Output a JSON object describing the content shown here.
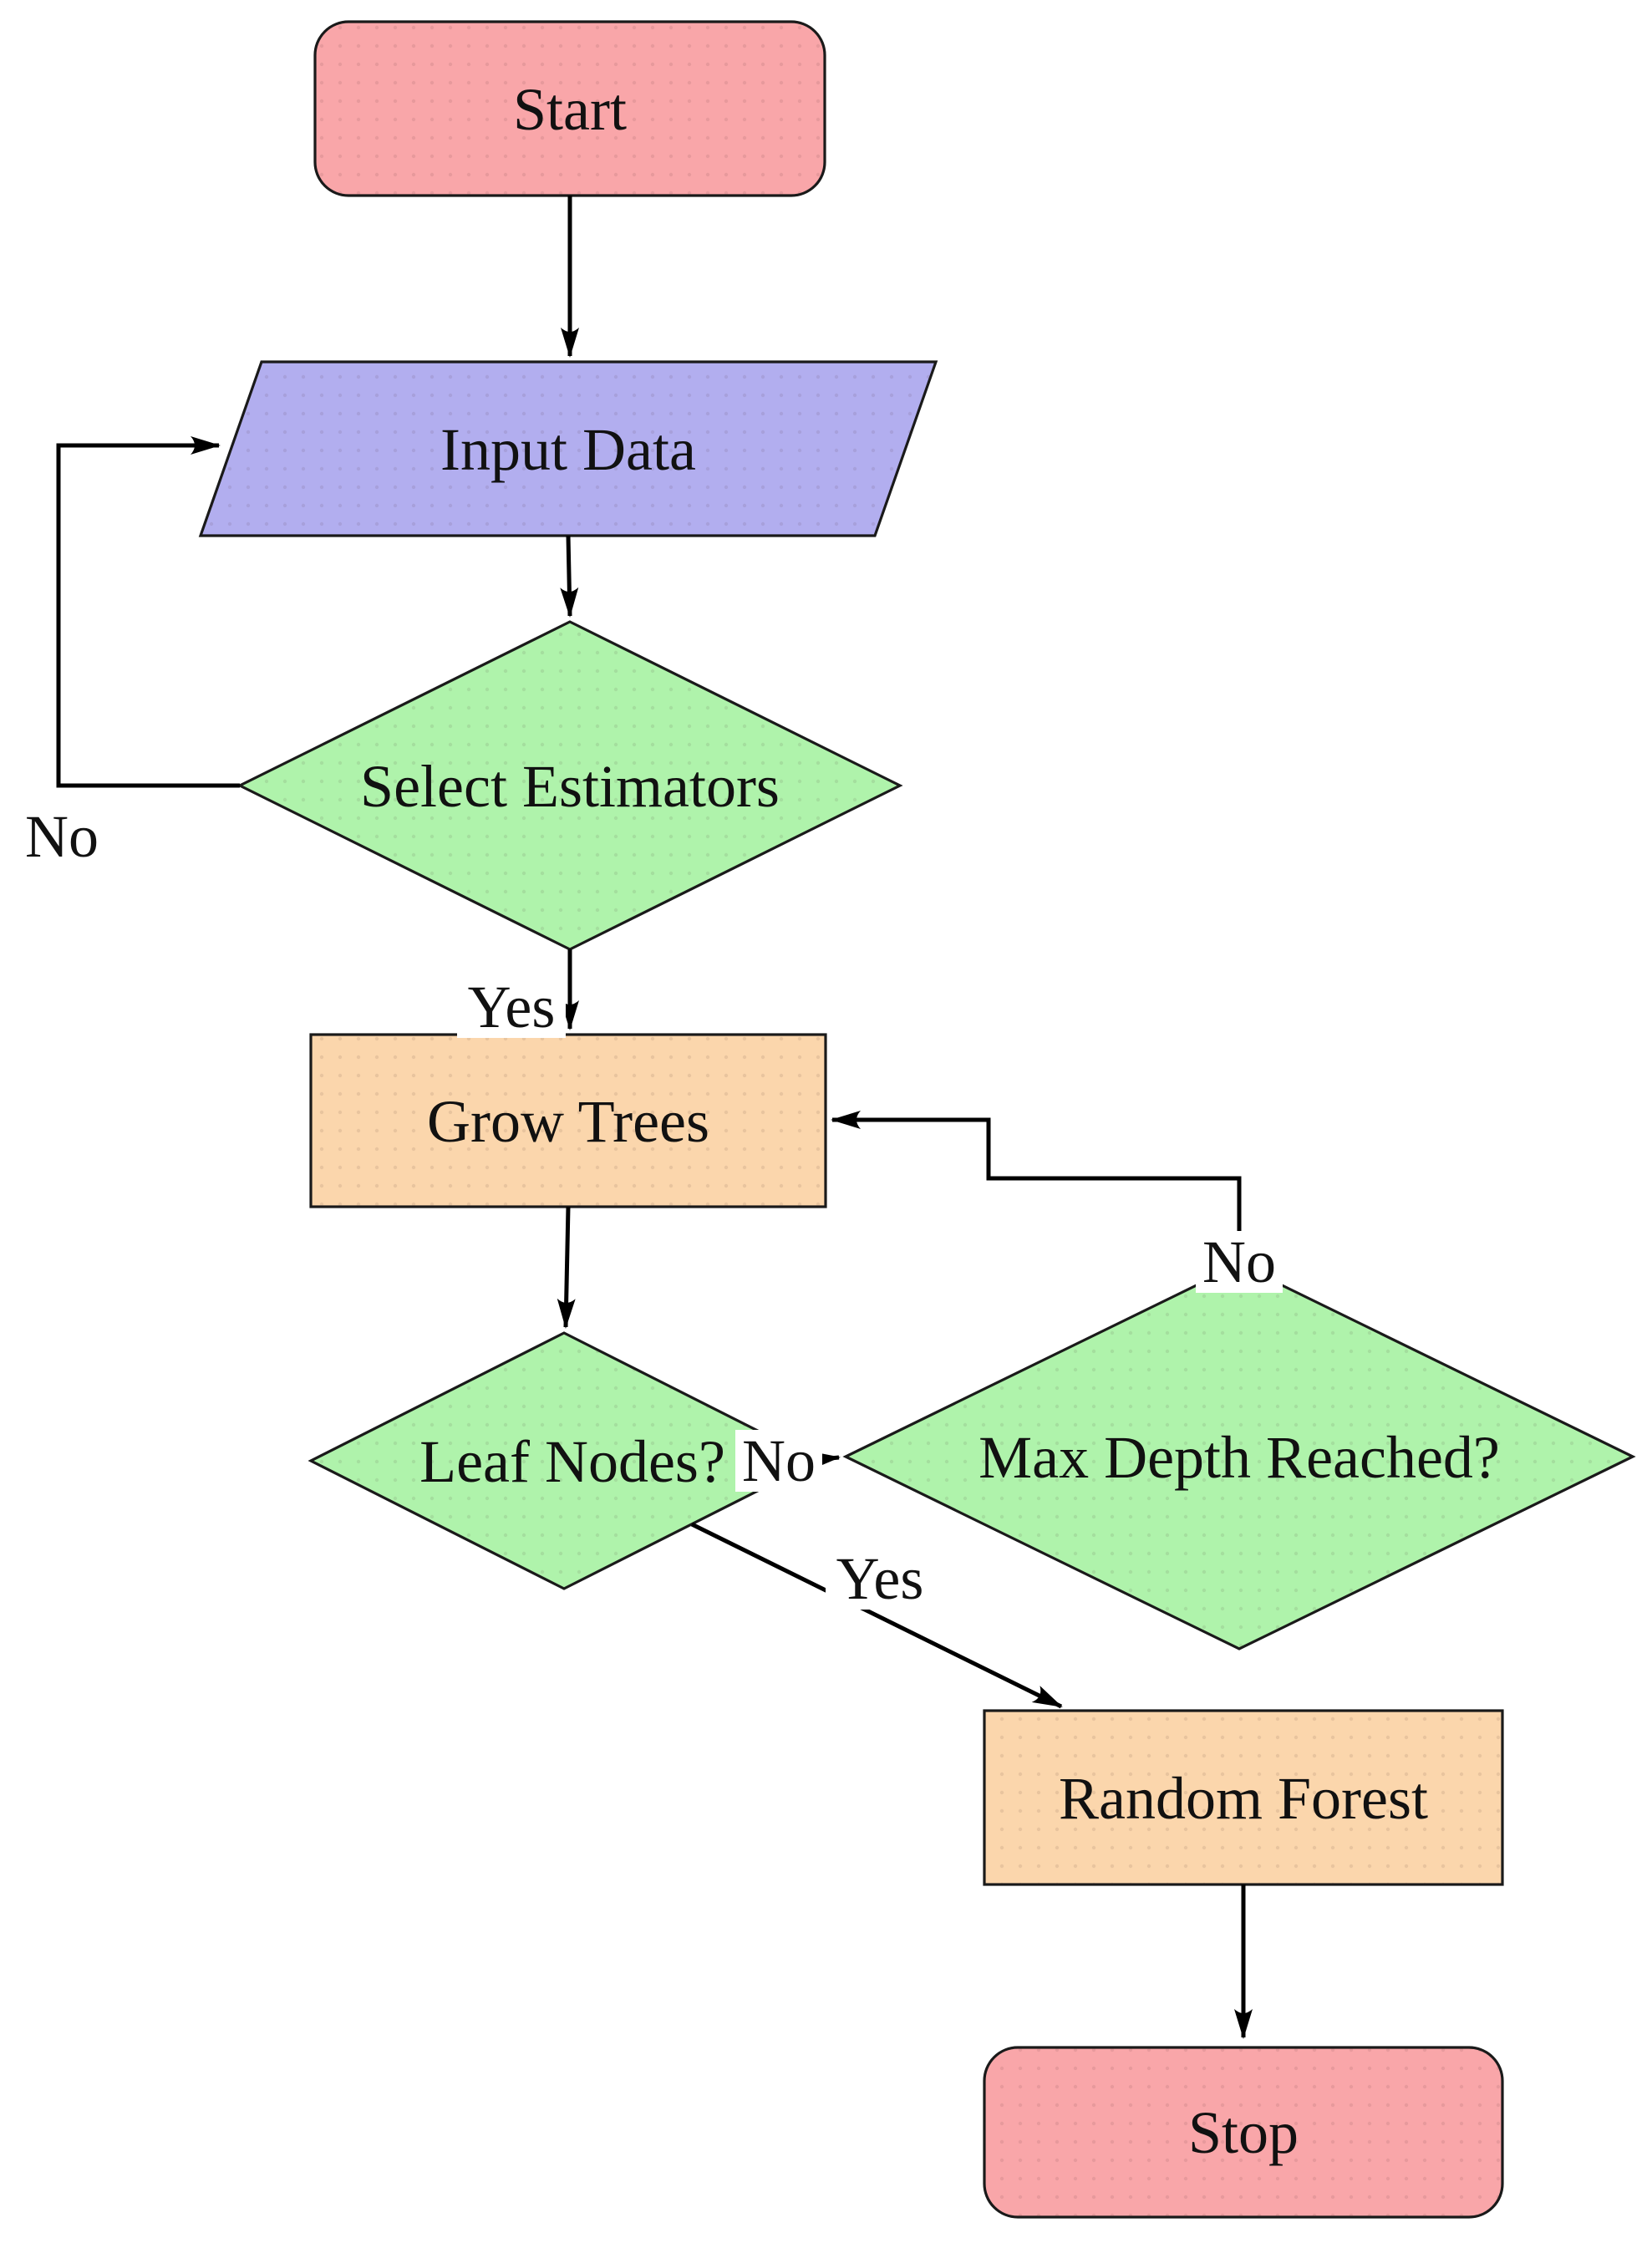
{
  "flowchart": {
    "background": "#ffffff",
    "line_color": "#000000",
    "border_color": "#1a1a1a",
    "nodes": {
      "start": {
        "label": "Start",
        "shape": "rounded-rectangle",
        "fill": "#F9A6A9"
      },
      "input_data": {
        "label": "Input Data",
        "shape": "parallelogram",
        "fill": "#B2AEEF"
      },
      "select_estimators": {
        "label": "Select Estimators",
        "shape": "diamond",
        "fill": "#AFF3AB"
      },
      "grow_trees": {
        "label": "Grow Trees",
        "shape": "rectangle",
        "fill": "#FBD6AC"
      },
      "leaf_nodes": {
        "label": "Leaf Nodes?",
        "shape": "diamond",
        "fill": "#AFF3AB"
      },
      "max_depth": {
        "label": "Max Depth Reached?",
        "shape": "diamond",
        "fill": "#AFF3AB"
      },
      "random_forest": {
        "label": "Random Forest",
        "shape": "rectangle",
        "fill": "#FBD6AC"
      },
      "stop": {
        "label": "Stop",
        "shape": "rounded-rectangle",
        "fill": "#F9A6A9"
      }
    },
    "edge_labels": {
      "select_no": "No",
      "select_yes": "Yes",
      "leaf_no": "No",
      "leaf_yes": "Yes",
      "max_depth_no": "No"
    }
  }
}
